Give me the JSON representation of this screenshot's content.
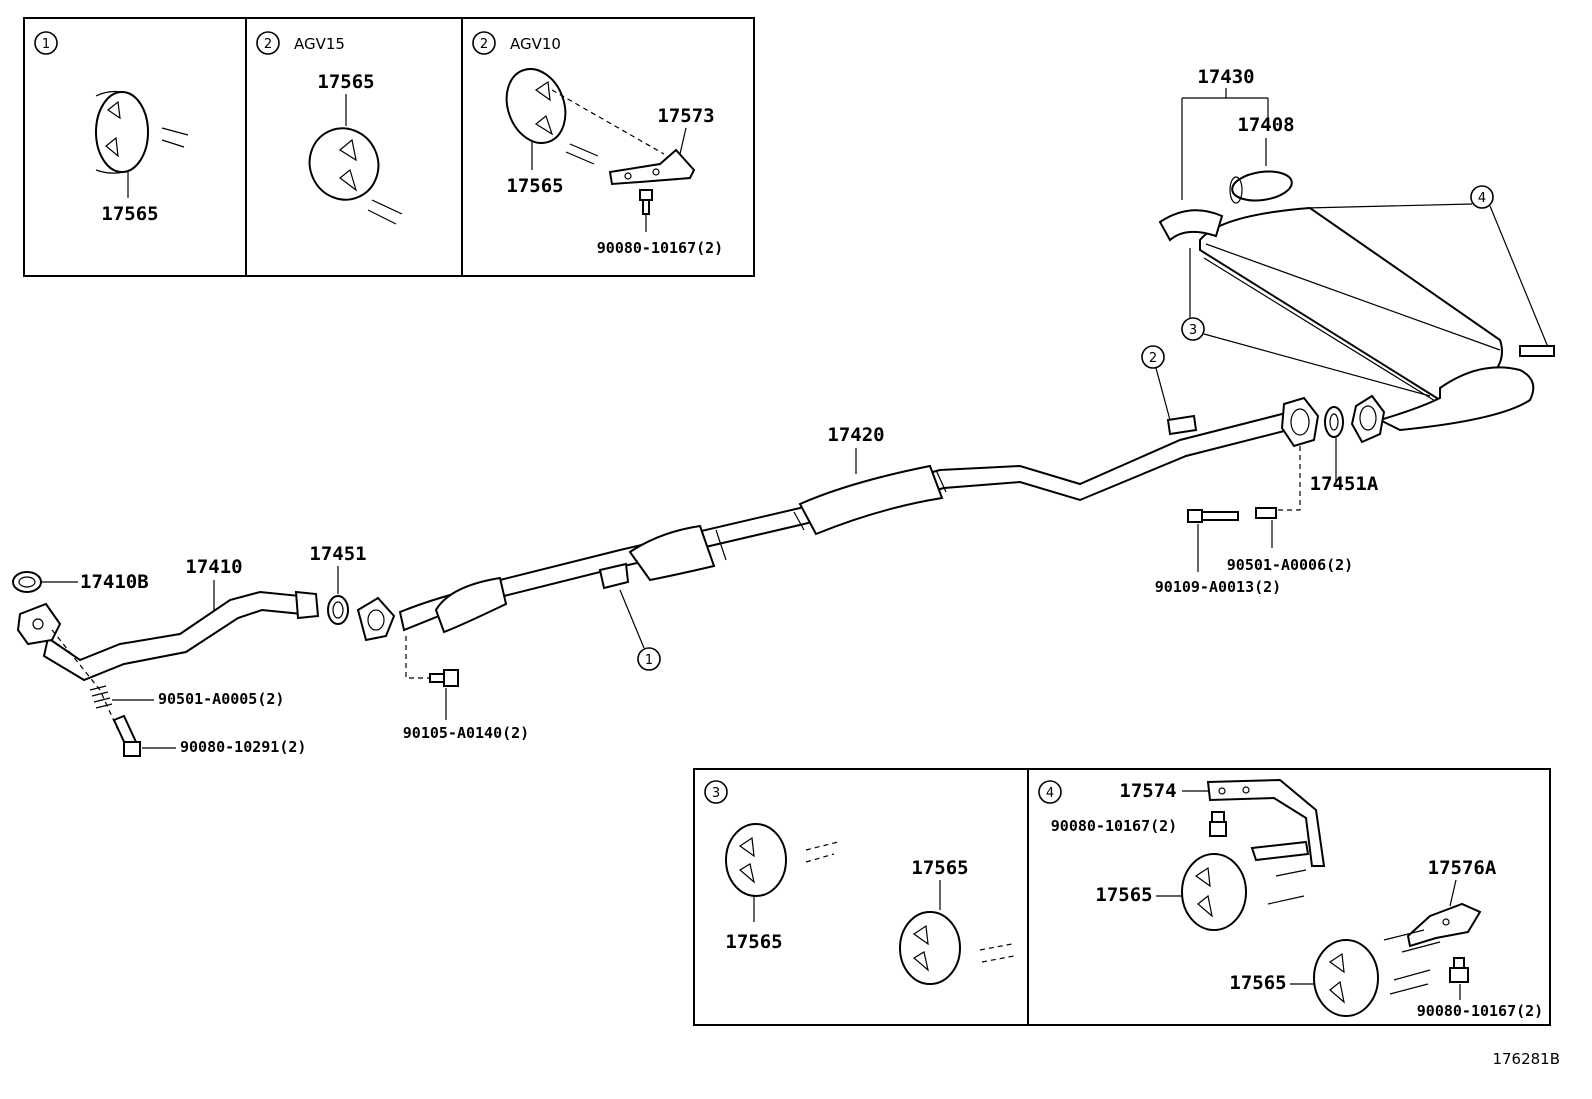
{
  "diagram_id": "176281B",
  "detail_boxes": {
    "box1": {
      "marker": "1",
      "part": "17565"
    },
    "box2a": {
      "marker": "2",
      "variant": "AGV15",
      "part": "17565"
    },
    "box2b": {
      "marker": "2",
      "variant": "AGV10",
      "parts": [
        "17573",
        "17565",
        "90080-10167(2)"
      ]
    },
    "box3": {
      "marker": "3",
      "parts": [
        "17565",
        "17565"
      ]
    },
    "box4": {
      "marker": "4",
      "parts": [
        "17574",
        "90080-10167(2)",
        "17565",
        "17576A",
        "17565",
        "90080-10167(2)"
      ]
    }
  },
  "main_labels": {
    "p17430": "17430",
    "p17408": "17408",
    "p17420": "17420",
    "p17451A": "17451A",
    "p90501_A0006": "90501-A0006(2)",
    "p90109_A0013": "90109-A0013(2)",
    "p17410B": "17410B",
    "p17410": "17410",
    "p17451": "17451",
    "p90501_A0005": "90501-A0005(2)",
    "p90080_10291": "90080-10291(2)",
    "p90105_A0140": "90105-A0140(2)"
  },
  "callouts": {
    "c1": "1",
    "c2": "2",
    "c3": "3",
    "c4": "4"
  }
}
